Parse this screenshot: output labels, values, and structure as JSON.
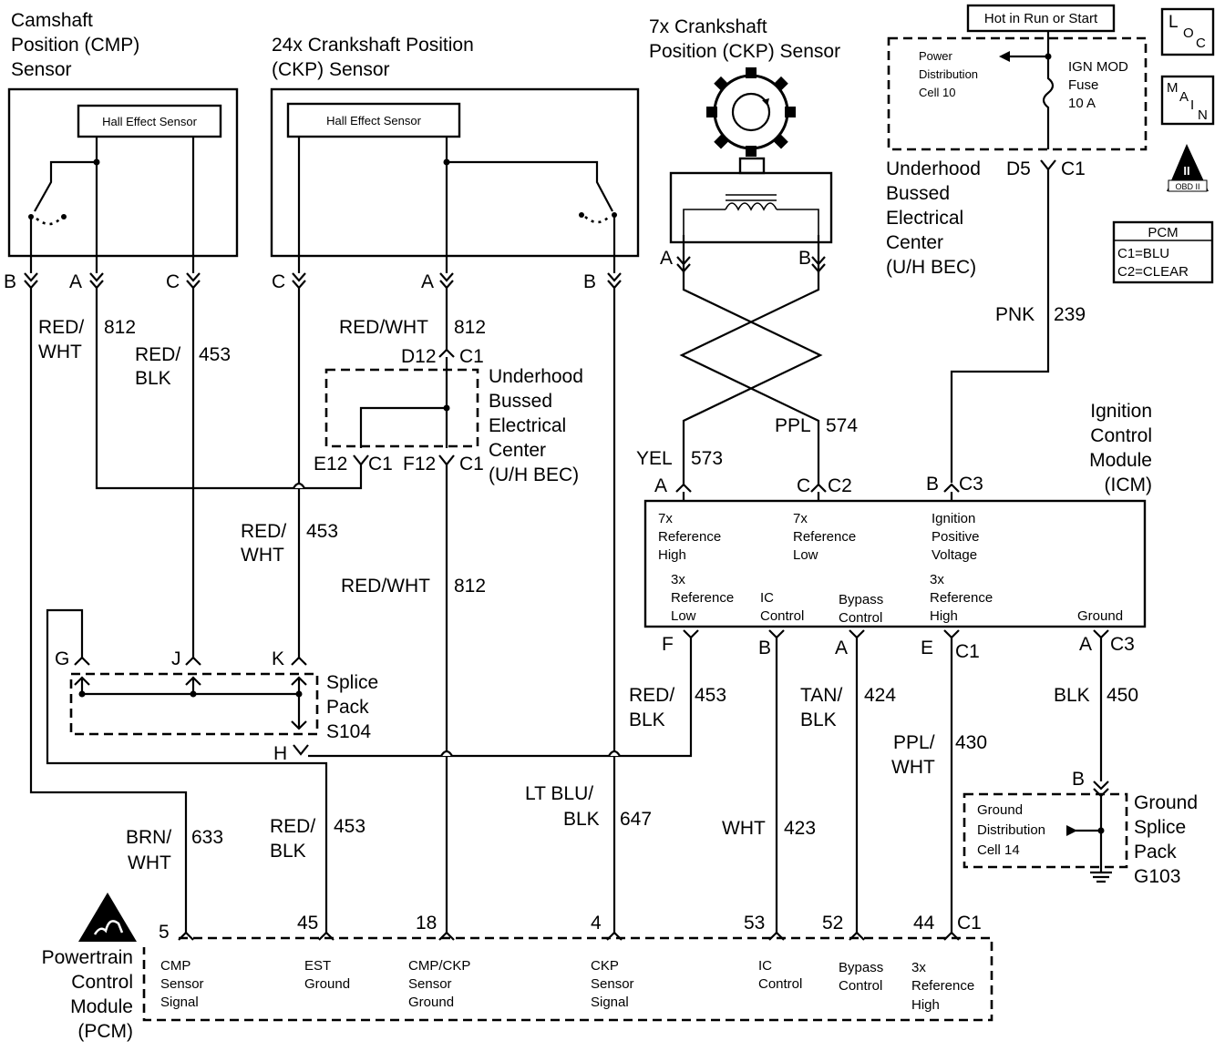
{
  "titles": {
    "cmp": [
      "Camshaft",
      "Position (CMP)",
      "Sensor"
    ],
    "ckp24": [
      "24x Crankshaft Position",
      "(CKP) Sensor"
    ],
    "ckp7": [
      "7x Crankshaft",
      "Position (CKP) Sensor"
    ],
    "bec_top": [
      "Underhood",
      "Bussed",
      "Electrical",
      "Center",
      "(U/H BEC)"
    ],
    "bec_mid": [
      "Underhood",
      "Bussed",
      "Electrical",
      "Center",
      "(U/H BEC)"
    ],
    "icm": [
      "Ignition",
      "Control",
      "Module",
      "(ICM)"
    ],
    "splice": [
      "Splice",
      "Pack",
      "S104"
    ],
    "ground_splice": [
      "Ground",
      "Splice",
      "Pack",
      "G103"
    ],
    "pcm": [
      "Powertrain",
      "Control",
      "Module",
      "(PCM)"
    ]
  },
  "internal": {
    "hall": "Hall Effect Sensor",
    "hot_run": "Hot in Run or Start",
    "power_dist": [
      "Power",
      "Distribution",
      "Cell 10"
    ],
    "fuse": [
      "IGN MOD",
      "Fuse",
      "10 A"
    ],
    "ground_dist": [
      "Ground",
      "Distribution",
      "Cell 14"
    ],
    "icm_top_pins": [
      [
        "7x",
        "Reference",
        "High"
      ],
      [
        "7x",
        "Reference",
        "Low"
      ],
      [
        "Ignition",
        "Positive",
        "Voltage"
      ]
    ],
    "icm_bottom_pins": [
      [
        "3x",
        "Reference",
        "Low"
      ],
      [
        "IC",
        "Control"
      ],
      [
        "Bypass",
        "Control"
      ],
      [
        "3x",
        "Reference",
        "High"
      ],
      [
        "Ground"
      ]
    ],
    "pcm_pins": [
      [
        "CMP",
        "Sensor",
        "Signal"
      ],
      [
        "EST",
        "Ground"
      ],
      [
        "CMP/CKP",
        "Sensor",
        "Ground"
      ],
      [
        "CKP",
        "Sensor",
        "Signal"
      ],
      [
        "IC",
        "Control"
      ],
      [
        "Bypass",
        "Control"
      ],
      [
        "3x",
        "Reference",
        "High"
      ]
    ]
  },
  "legend": {
    "loc": [
      "L",
      "O",
      "C"
    ],
    "main": [
      "M",
      "A",
      "I",
      "N"
    ],
    "obd": "OBD II",
    "obd_num": "II",
    "pcm_title": "PCM",
    "pcm_lines": [
      "C1=BLU",
      "C2=CLEAR"
    ]
  },
  "connectors": {
    "cmp": [
      "B",
      "A",
      "C"
    ],
    "ckp24": [
      "C",
      "A",
      "B"
    ],
    "ckp7": [
      "A",
      "B"
    ],
    "bec_mid": [
      "D12",
      "C1",
      "E12",
      "C1",
      "F12",
      "C1"
    ],
    "bec_top": [
      "D5",
      "C1"
    ],
    "icm_top": [
      "A",
      "C",
      "C2",
      "B",
      "C3"
    ],
    "icm_bottom": [
      "F",
      "B",
      "A",
      "E",
      "C1",
      "A",
      "C3"
    ],
    "splice": [
      "G",
      "J",
      "K",
      "H"
    ],
    "ground": "B",
    "pcm": [
      "5",
      "45",
      "18",
      "4",
      "53",
      "52",
      "44",
      "C1"
    ]
  },
  "wires": {
    "cmp_a": [
      "RED/",
      "WHT",
      "812"
    ],
    "cmp_c": [
      "RED/",
      "BLK",
      "453"
    ],
    "ckp24_a": [
      "RED/WHT",
      "812"
    ],
    "ckp24_c": [
      "RED/",
      "WHT",
      "453"
    ],
    "f12": [
      "RED/WHT",
      "812"
    ],
    "icm_a": [
      "YEL",
      "573"
    ],
    "icm_c": [
      "PPL",
      "574"
    ],
    "pnk": [
      "PNK",
      "239"
    ],
    "icm_f": [
      "RED/",
      "BLK",
      "453"
    ],
    "icm_b": [
      "TAN/",
      "BLK",
      "424"
    ],
    "icm_e": [
      "PPL/",
      "WHT",
      "430"
    ],
    "icm_gnd": [
      "BLK",
      "450"
    ],
    "pcm5": [
      "BRN/",
      "WHT",
      "633"
    ],
    "pcm45": [
      "RED/",
      "BLK",
      "453"
    ],
    "pcm4": [
      "LT BLU/",
      "BLK",
      "647"
    ],
    "pcm53": [
      "WHT",
      "423"
    ]
  }
}
